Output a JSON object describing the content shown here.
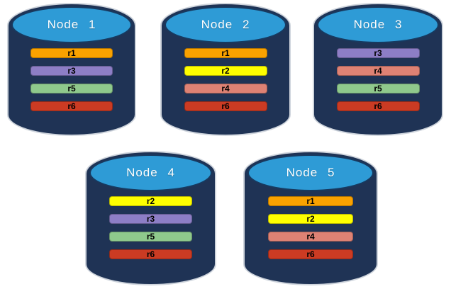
{
  "nodes": [
    {
      "title": "Node 1",
      "bars": [
        {
          "label": "r1",
          "color": "#FAA200"
        },
        {
          "label": "r3",
          "color": "#8D7EC6"
        },
        {
          "label": "r5",
          "color": "#8FC98C"
        },
        {
          "label": "r6",
          "color": "#CB3B23"
        }
      ]
    },
    {
      "title": "Node 2",
      "bars": [
        {
          "label": "r1",
          "color": "#FAA200"
        },
        {
          "label": "r2",
          "color": "#FEFE00"
        },
        {
          "label": "r4",
          "color": "#DE8274"
        },
        {
          "label": "r6",
          "color": "#CB3B23"
        }
      ]
    },
    {
      "title": "Node 3",
      "bars": [
        {
          "label": "r3",
          "color": "#8D7EC6"
        },
        {
          "label": "r4",
          "color": "#DE8274"
        },
        {
          "label": "r5",
          "color": "#8FC98C"
        },
        {
          "label": "r6",
          "color": "#CB3B23"
        }
      ]
    },
    {
      "title": "Node 4",
      "bars": [
        {
          "label": "r2",
          "color": "#FEFE00"
        },
        {
          "label": "r3",
          "color": "#8D7EC6"
        },
        {
          "label": "r5",
          "color": "#8FC98C"
        },
        {
          "label": "r6",
          "color": "#CB3B23"
        }
      ]
    },
    {
      "title": "Node 5",
      "bars": [
        {
          "label": "r1",
          "color": "#FAA200"
        },
        {
          "label": "r2",
          "color": "#FEFE00"
        },
        {
          "label": "r4",
          "color": "#DE8274"
        },
        {
          "label": "r6",
          "color": "#CB3B23"
        }
      ]
    }
  ],
  "palette": {
    "cylinder_body": "#1F3355",
    "cylinder_top": "#2E9BD6",
    "cylinder_top_border": "#173A60",
    "outer_edge": "#C9CFD8",
    "title_text": "#FFFFFF",
    "replicas": {
      "r1": "#FAA200",
      "r2": "#FEFE00",
      "r3": "#8D7EC6",
      "r4": "#DE8274",
      "r5": "#8FC98C",
      "r6": "#CB3B23"
    }
  }
}
